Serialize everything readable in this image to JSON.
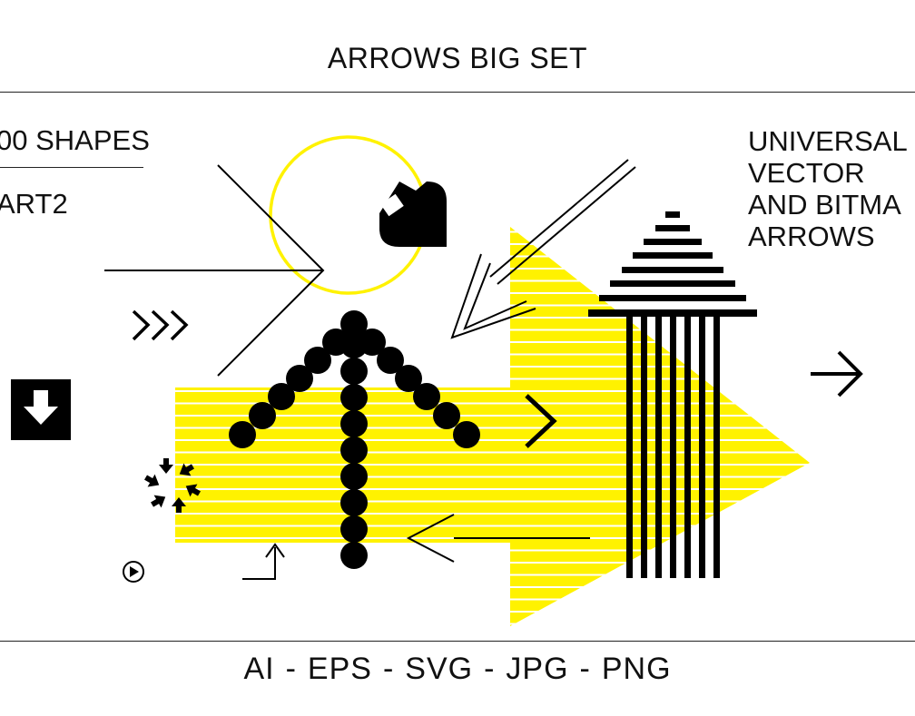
{
  "header": {
    "title": "ARROWS BIG SET"
  },
  "left": {
    "shapes_label": "00 SHAPES",
    "part_label": "ART2"
  },
  "right": {
    "lines": [
      "UNIVERSAL",
      "VECTOR",
      "AND BITMA",
      "ARROWS"
    ]
  },
  "footer": {
    "formats": [
      "AI",
      "-",
      "EPS",
      "-",
      "SVG",
      "-",
      "JPG",
      "-",
      "PNG"
    ]
  },
  "colors": {
    "accent": "#fff200",
    "ink": "#000000",
    "background": "#ffffff"
  }
}
